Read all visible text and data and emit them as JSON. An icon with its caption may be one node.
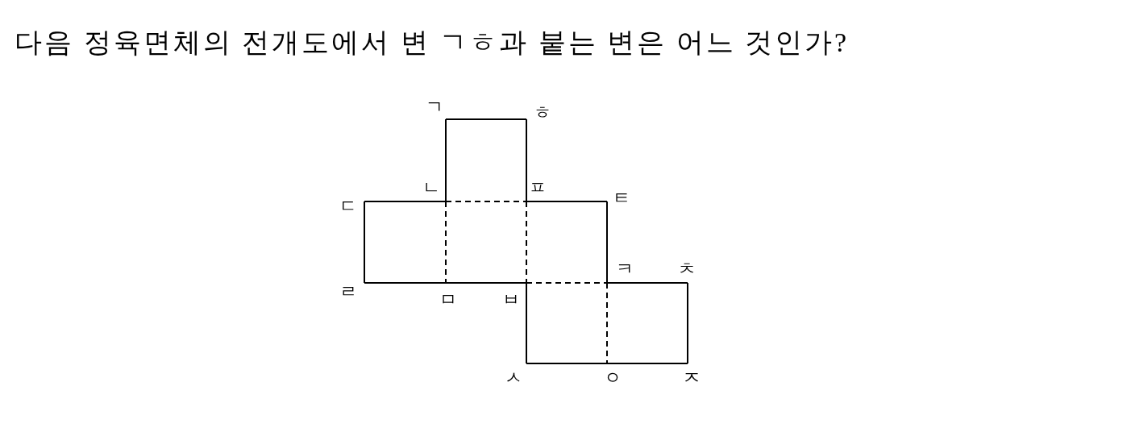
{
  "diagram": {
    "title": "다음 정육면체의 전개도에서 변 ㄱㅎ과 붙는 변은 어느 것인가?",
    "labels": [
      "ㄱ",
      "ㅎ",
      "ㄴ",
      "ㅍ",
      "ㄷ",
      "ㅌ",
      "ㅋ",
      "ㅊ",
      "ㄹ",
      "ㅁ",
      "ㅂ",
      "ㅅ",
      "ㅇ",
      "ㅈ"
    ]
  }
}
